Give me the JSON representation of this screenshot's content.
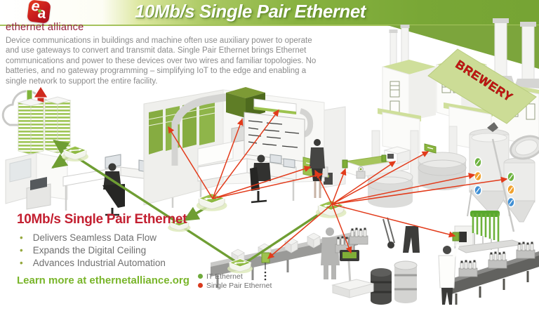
{
  "logo": {
    "e": "e",
    "a": "a",
    "name": "ethernet alliance"
  },
  "banner": {
    "title": "10Mb/s Single Pair Ethernet"
  },
  "intro": {
    "text": "Device communications in buildings and machine often use auxiliary power to operate and use gateways to convert and transmit data. Single Pair Ethernet brings Ethernet communications and power to these devices over two wires and familiar topologies. No batteries, and no gateway programming – simplifying IoT to the edge and enabling a single network to support the entire facility."
  },
  "promo": {
    "title": "10Mb/s Single Pair Ethernet",
    "bullets": [
      "Delivers Seamless Data Flow",
      "Expands the Digital Ceiling",
      "Advances Industrial Automation"
    ],
    "cta": "Learn more at ethernetalliance.org"
  },
  "legend": {
    "items": [
      {
        "label": "IT Ethernet",
        "color": "#6faa3c"
      },
      {
        "label": "Single Pair Ethernet",
        "color": "#d93a1d"
      }
    ]
  },
  "scene": {
    "brewery_sign": "BREWERY"
  },
  "colors": {
    "banner_green": "#79a736",
    "banner_light": "#dce79f",
    "it_line_green": "#6f9e33",
    "spe_line_red": "#e23b1b",
    "heading_red": "#c32031",
    "cta_green": "#79b52a",
    "logo_red": "#c61b1d",
    "logo_text_maroon": "#93203a",
    "roof_pale_green": "#cfdf9b",
    "panel_green": "#86ac41",
    "status_green": "#6db33f",
    "status_orange": "#f0a22e",
    "status_blue": "#3f8fd4"
  }
}
